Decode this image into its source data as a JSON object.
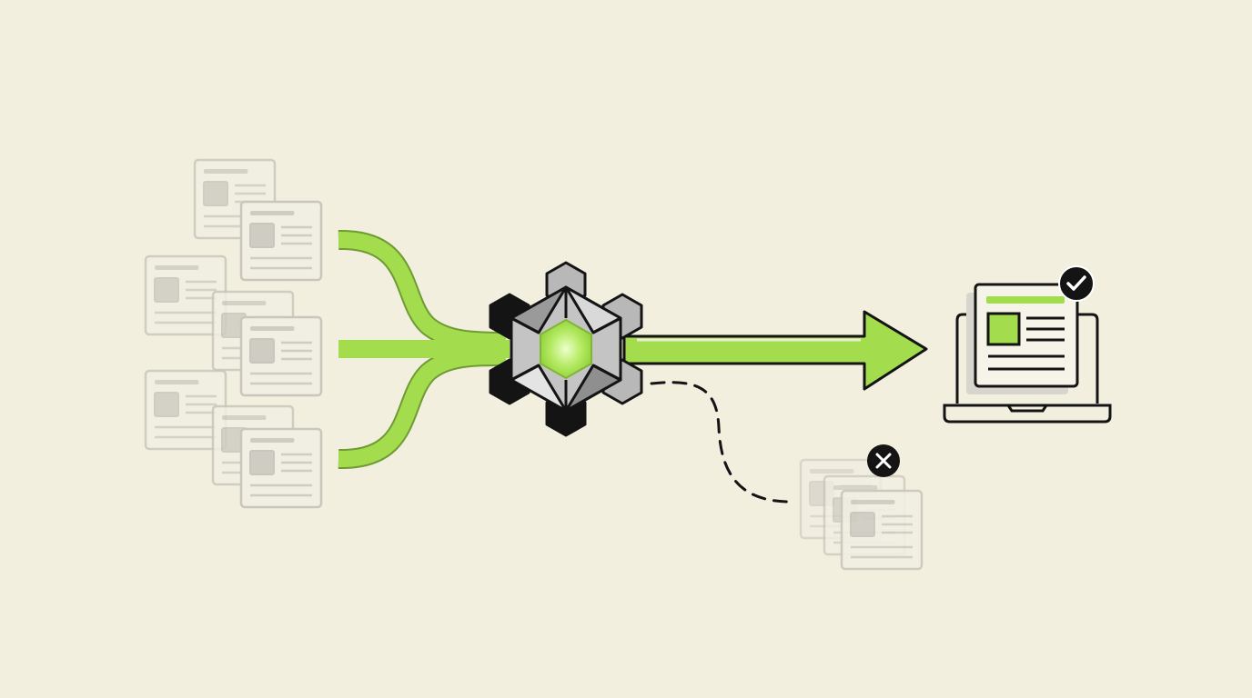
{
  "colors": {
    "background": "#f3efdf",
    "accent_green": "#a3dc4c",
    "accent_green_dark": "#6f9a34",
    "ink": "#141414",
    "doc_stroke": "#c9c6bb",
    "doc_fill": "#f1eee3",
    "doc_placeholder": "#cfccc3",
    "engine_grey": "#b8b8b8",
    "engine_light": "#d9d9d9"
  },
  "diagram": {
    "input_documents": {
      "count": 8,
      "icon": "document-icon",
      "state": "faded"
    },
    "merge_paths": {
      "count": 3,
      "icon": "merge-arrows"
    },
    "processor": {
      "icon": "hexagon-engine-icon",
      "core": "green-hexagon"
    },
    "output_arrow": {
      "icon": "arrow-right-icon"
    },
    "output_device": {
      "icon": "laptop-icon",
      "badge": "checkmark-icon",
      "status": "accepted"
    },
    "rejected_path": {
      "style": "dashed",
      "icon": "dashed-path"
    },
    "rejected_documents": {
      "count": 3,
      "icon": "document-icon",
      "badge": "x-mark-icon",
      "status": "rejected"
    }
  }
}
